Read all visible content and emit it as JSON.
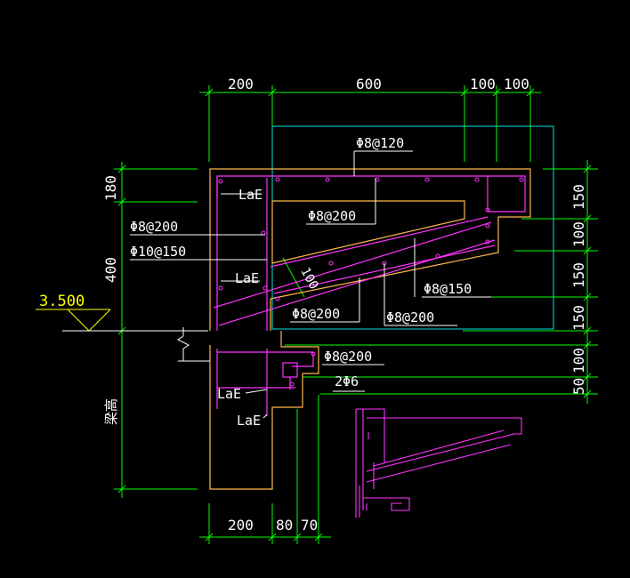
{
  "colors": {
    "background": "#000000",
    "dimension": "#00ff00",
    "concrete_outline": "#ffb84d",
    "rebar": "#ff33ff",
    "boundary": "#00e5e5",
    "text": "#ffffff",
    "level_mark": "#ffff00",
    "break_line": "#ffffff"
  },
  "dimensions": {
    "top": [
      "200",
      "600",
      "100",
      "100"
    ],
    "bottom": [
      "200",
      "80",
      "70"
    ],
    "left": [
      "180",
      "400"
    ],
    "right": [
      "150",
      "100",
      "150",
      "150",
      "100",
      "50"
    ]
  },
  "elevation": "3.500",
  "beam_label": "梁高",
  "annotations": {
    "top_bar": "Φ8@120",
    "inner_stirrup": "Φ8@200",
    "left_bar": "Φ8@200",
    "left_bar2": "Φ10@150",
    "slope_bar": "Φ8@150",
    "bottom_bar_left": "Φ8@200",
    "bottom_bar_right": "Φ8@200",
    "beam_stirrup": "Φ8@200",
    "beam_bars": "2Φ6",
    "laE_1": "LaE",
    "laE_2": "LaE",
    "laE_3": "LaE",
    "laE_4": "LaE",
    "slope_dim": "100"
  }
}
